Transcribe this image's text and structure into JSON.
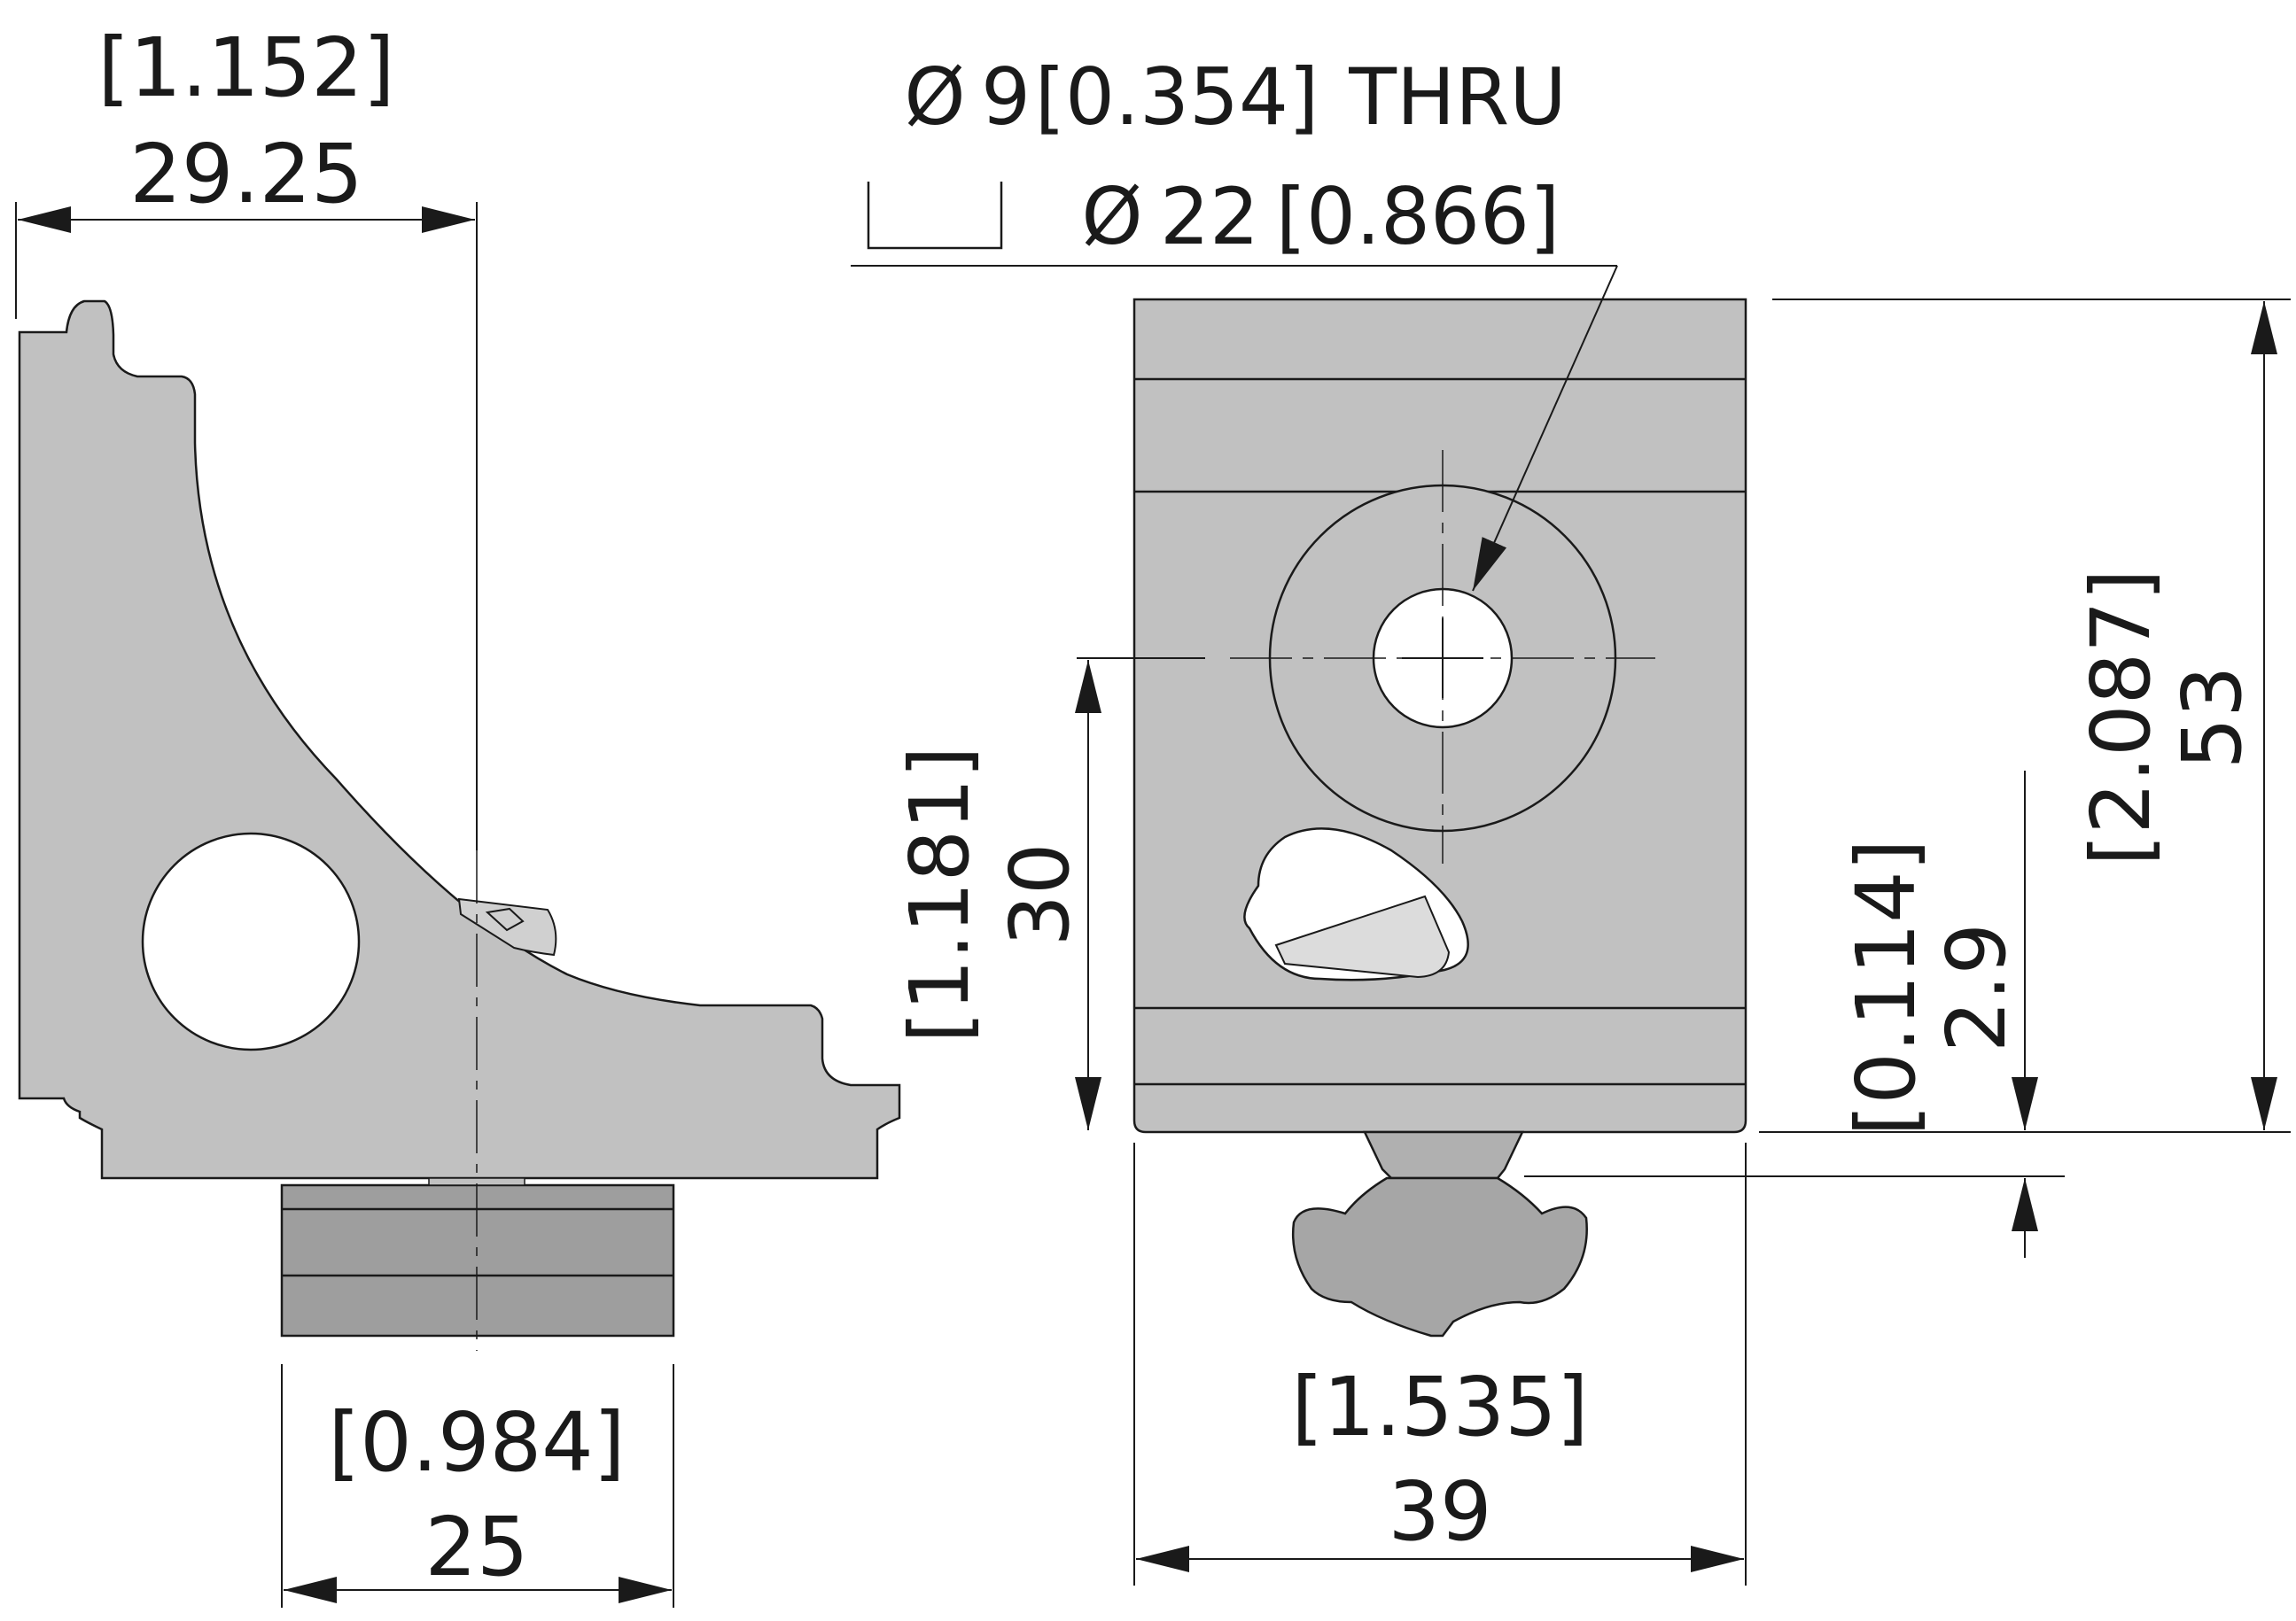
{
  "colors": {
    "part_fill": "#c1c1c1",
    "nut_fill": "#9e9e9e",
    "nut_dark": "#8c8c8c",
    "lever_fill": "#a6a6a6",
    "line": "#1a1a1a",
    "hole_fill": "#ffffff"
  },
  "left_view": {
    "width_dim": {
      "inch": "[1.152]",
      "mm": "29.25"
    },
    "base_dim": {
      "inch": "[0.984]",
      "mm": "25"
    }
  },
  "right_view": {
    "thru_hole": {
      "symbol": "Ø",
      "size": "9",
      "inch": "[0.354]",
      "suffix": "THRU"
    },
    "counterbore": {
      "symbol": "Ø",
      "size": "22",
      "inch": "[0.866]"
    },
    "width_dim": {
      "inch": "[1.535]",
      "mm": "39"
    },
    "height_dim": {
      "inch": "[2.087]",
      "mm": "53"
    },
    "hole_height_dim": {
      "inch": "[1.181]",
      "mm": "30"
    },
    "gap_dim": {
      "inch": "[0.114]",
      "mm": "2.9"
    }
  }
}
